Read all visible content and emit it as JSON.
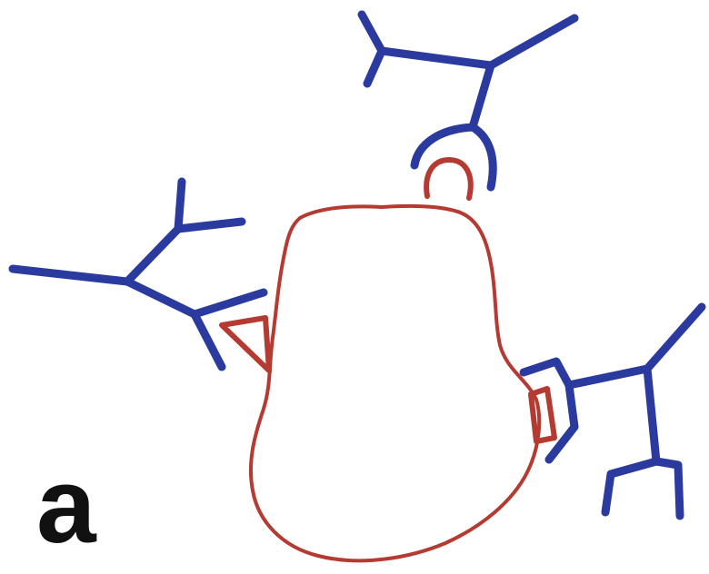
{
  "panel": {
    "label": "a"
  },
  "colors": {
    "antibody": "#2a3a9e",
    "cell": "#b53a32",
    "background": "#ffffff",
    "label": "#111111"
  },
  "shapes": {
    "cell_body": "irregular-blob",
    "receptors": [
      "receptor-top",
      "receptor-left",
      "receptor-right"
    ],
    "antibodies": [
      "antibody-top",
      "antibody-left",
      "antibody-right"
    ]
  }
}
